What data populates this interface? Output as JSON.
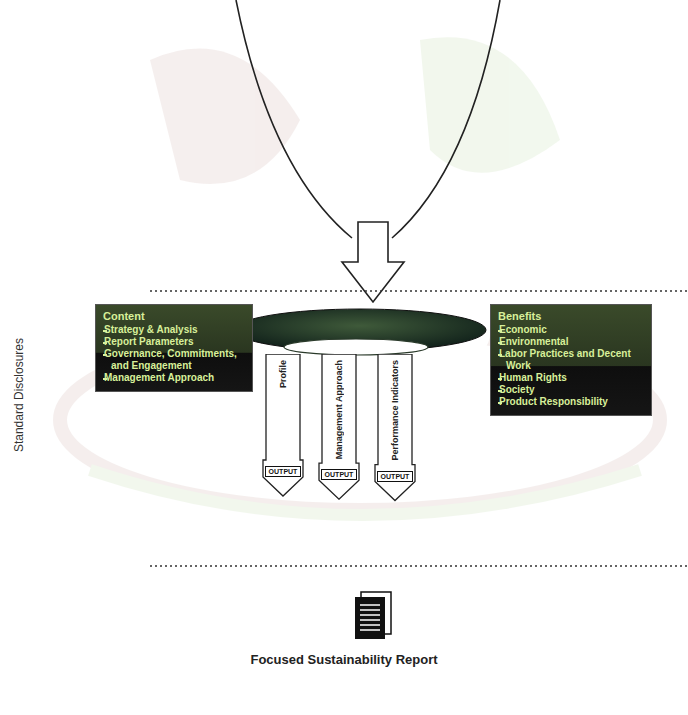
{
  "diagram": {
    "nodes": [
      {
        "text": [
          "Content",
          "Strategy & Analysis",
          "Report Parameters",
          "Governance, Commitments, and Engagement",
          "Management Approach"
        ]
      },
      {
        "text": [
          "Benefits",
          "Economic",
          "Environmental",
          "Labor Practices and Decent Work",
          "Human Rights",
          "Society",
          "Product Responsibility"
        ]
      },
      {
        "text": [
          "Profile",
          "OUTPUT"
        ]
      },
      {
        "text": [
          "Management Approach",
          "OUTPUT"
        ]
      },
      {
        "text": [
          "Performance Indicators",
          "OUTPUT"
        ]
      }
    ],
    "labels": [
      "Standard Disclosures",
      "Focused Sustainability Report"
    ]
  }
}
